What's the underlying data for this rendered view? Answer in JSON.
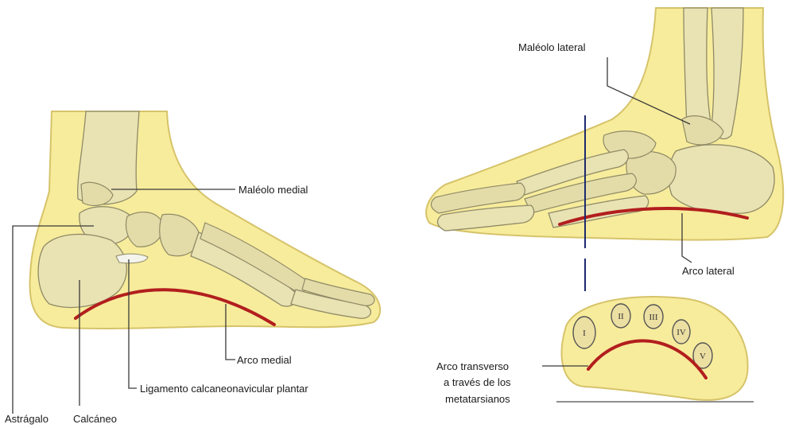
{
  "colors": {
    "skin": "#f7ec9b",
    "bone": "#e9e2b2",
    "arch": "#b21e1e",
    "axis": "#1d2a6e"
  },
  "medial_view": {
    "labels": {
      "malleolus": "Maléolo medial",
      "arch": "Arco medial",
      "ligament": "Ligamento calcaneonavicular plantar",
      "talus": "Astrágalo",
      "calcaneus": "Calcáneo"
    }
  },
  "lateral_view": {
    "labels": {
      "malleolus": "Maléolo lateral",
      "arch": "Arco lateral"
    }
  },
  "transverse_view": {
    "label_lines": [
      "Arco transverso",
      "a través de los",
      "metatarsianos"
    ],
    "metatarsals": [
      "I",
      "II",
      "III",
      "IV",
      "V"
    ]
  }
}
